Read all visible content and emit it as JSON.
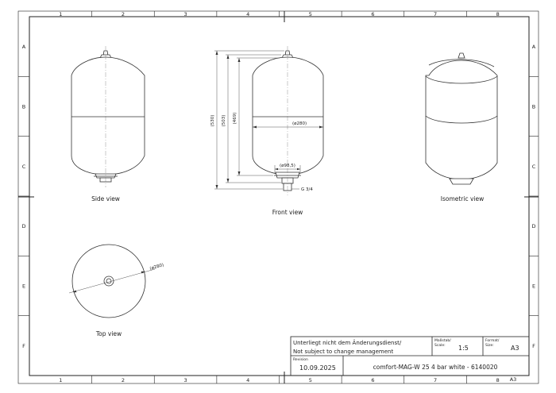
{
  "frame": {
    "columns": [
      "1",
      "2",
      "3",
      "4",
      "5",
      "6",
      "7",
      "8"
    ],
    "rows": [
      "A",
      "B",
      "C",
      "D",
      "E",
      "F"
    ]
  },
  "views": {
    "side": "Side view",
    "front": "Front view",
    "isometric": "Isometric view",
    "top": "Top view"
  },
  "dimensions": {
    "total_height": "(530)",
    "height_2": "(503)",
    "height_3": "(469)",
    "diameter": "(ø280)",
    "foot_diameter": "(ø98,5)",
    "thread": "G 3/4",
    "top_diameter": "(ø280)"
  },
  "title_block": {
    "note_de": "Unterliegt nicht dem Änderungsdienst/",
    "note_en": "Not subject to change management",
    "scale_label": "Maßstab/\nScale:",
    "scale_label_1": "Maßstab/",
    "scale_label_2": "Scale:",
    "scale_value": "1:5",
    "format_label_1": "Format/",
    "format_label_2": "Size:",
    "format_value": "A3",
    "revision_label": "Revision",
    "revision_value": "10.09.2025",
    "product": "comfort-MAG-W 25 4 bar white - 6140020",
    "sheet_size": "A3"
  },
  "colors": {
    "line": "#333333",
    "background": "#ffffff"
  }
}
